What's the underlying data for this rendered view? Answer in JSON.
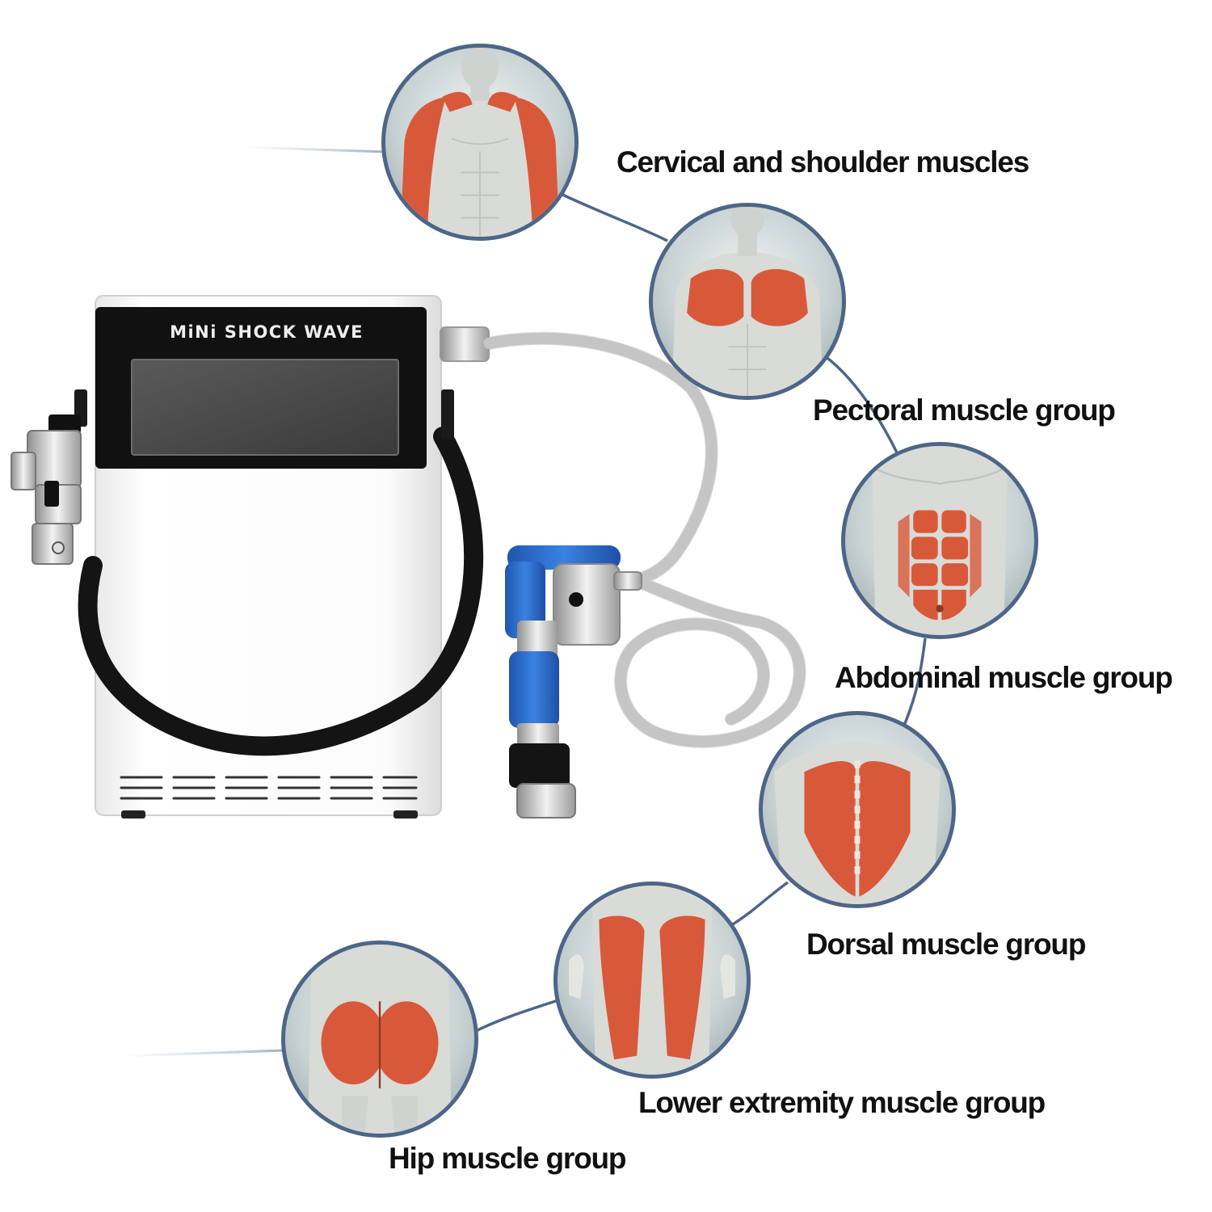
{
  "device": {
    "brand_text": "MiNi SHOCK WAVE"
  },
  "muscle_groups": [
    {
      "id": "cervical-shoulder",
      "label": "Cervical and shoulder muscles"
    },
    {
      "id": "pectoral",
      "label": "Pectoral muscle group"
    },
    {
      "id": "abdominal",
      "label": "Abdominal muscle group"
    },
    {
      "id": "dorsal",
      "label": "Dorsal muscle group"
    },
    {
      "id": "lower-extremity",
      "label": "Lower extremity muscle group"
    },
    {
      "id": "hip",
      "label": "Hip muscle group"
    }
  ],
  "colors": {
    "connector_line": "#4d6688",
    "circle_border": "#4d6688",
    "muscle": "#d8593a",
    "handpiece_blue": "#2f6fd0",
    "strap": "#1a1a1a",
    "screen": "#4a4a4a"
  }
}
